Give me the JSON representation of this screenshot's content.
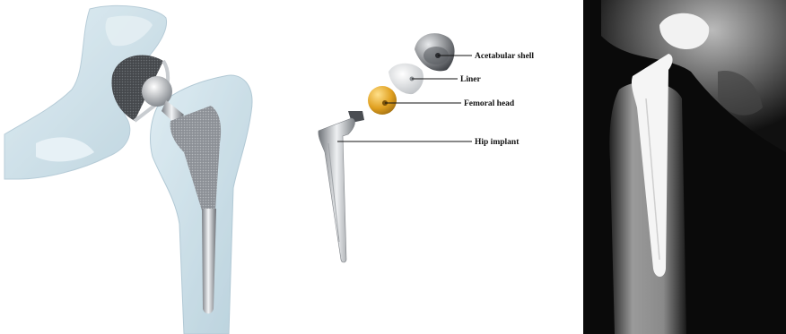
{
  "labels": {
    "acetabular_shell": "Acetabular shell",
    "liner": "Liner",
    "femoral_head": "Femoral head",
    "hip_implant": "Hip implant"
  },
  "colors": {
    "bone_translucent": "#bcd6e2",
    "metal_dark": "#5a5d62",
    "metal_light": "#d6d9dc",
    "femoral_head_gold": "#e0a020",
    "xray_bg": "#0a0a0a",
    "xray_implant": "#f5f5f5"
  },
  "icons": {
    "left": "hip-3d-render-illustration",
    "middle": "exploded-hip-prosthesis-diagram",
    "right": "hip-xray-image"
  }
}
